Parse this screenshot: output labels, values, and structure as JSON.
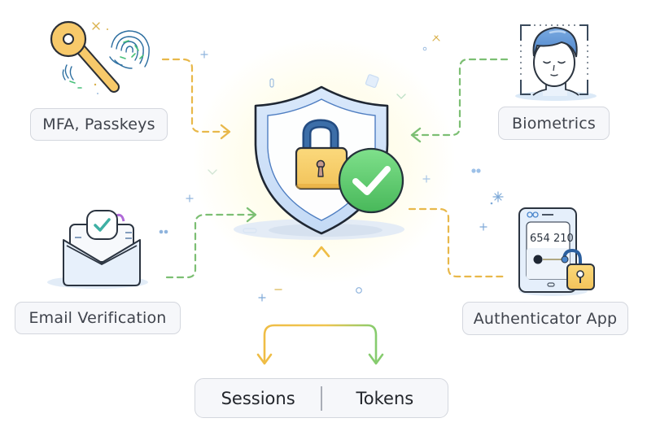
{
  "diagram": {
    "center": {
      "icon": "shield-lock-check-icon",
      "description": "Security shield with padlock and green check"
    },
    "nodes": [
      {
        "id": "mfa",
        "label": "MFA, Passkeys",
        "icon": "key-fingerprint-icon",
        "connector_color": "#e8b84a",
        "direction": "into-center"
      },
      {
        "id": "biometrics",
        "label": "Biometrics",
        "icon": "face-scan-icon",
        "connector_color": "#7cbf73",
        "direction": "into-center"
      },
      {
        "id": "email",
        "label": "Email Verification",
        "icon": "envelope-check-icon",
        "connector_color": "#7cbf73",
        "direction": "into-center"
      },
      {
        "id": "authenticator",
        "label": "Authenticator App",
        "icon": "phone-otp-lock-icon",
        "connector_color": "#e8b84a",
        "direction": "from-center",
        "otp_code": "654 210"
      }
    ],
    "bottom": {
      "left": "Sessions",
      "right": "Tokens",
      "left_arrow_color": "#efbd45",
      "right_arrow_color": "#86cc6e"
    }
  },
  "colors": {
    "accent_yellow": "#f0c45a",
    "accent_green": "#5cc76a",
    "accent_blue": "#3c6ea8",
    "label_bg": "#f6f7fa",
    "label_border": "#d4d7de",
    "label_text": "#3f434c"
  }
}
